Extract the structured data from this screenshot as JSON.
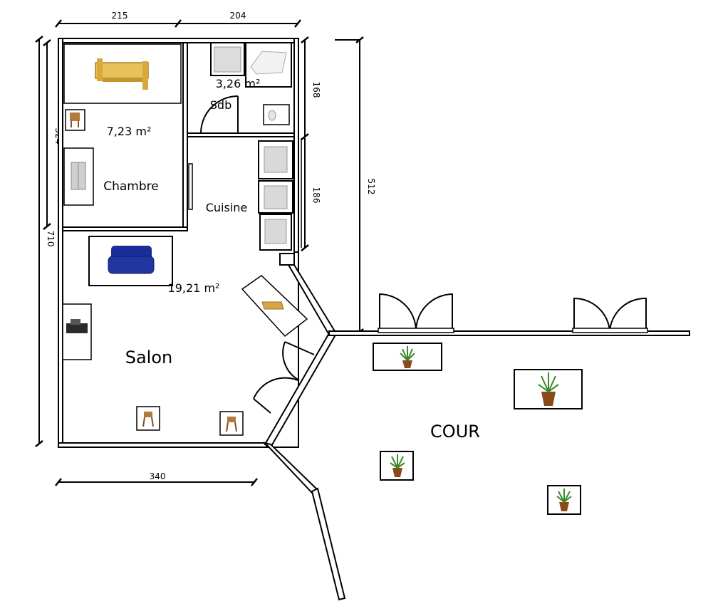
{
  "rooms": {
    "chambre": {
      "name": "Chambre",
      "area": "7,23 m²"
    },
    "sdb": {
      "name": "Sdb",
      "area": "3,26 m²"
    },
    "cuisine": {
      "name": "Cuisine"
    },
    "salon": {
      "name": "Salon",
      "area": "19,21 m²"
    },
    "cour": {
      "name": "COUR"
    }
  },
  "dimensions": {
    "top_left": "215",
    "top_right": "204",
    "left_upper": "324",
    "left_total": "710",
    "right_sdb": "168",
    "right_kitchen": "186",
    "right_total": "512",
    "bottom": "340"
  }
}
